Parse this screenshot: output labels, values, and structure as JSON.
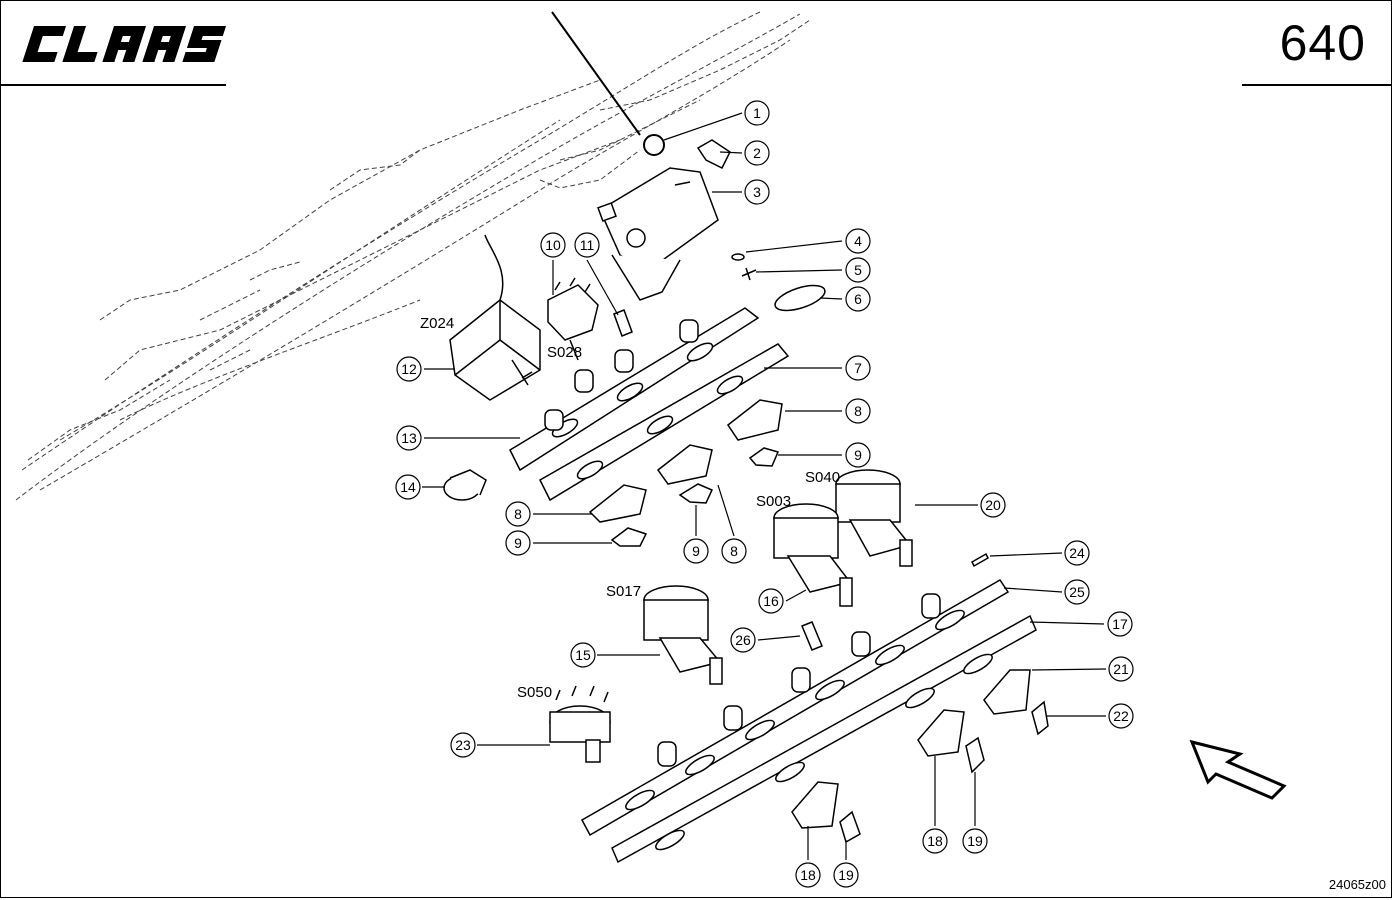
{
  "header": {
    "brand": "CLAAS",
    "page_number": "640"
  },
  "footer": {
    "drawing_code": "24065z00"
  },
  "callouts": [
    {
      "id": "c1",
      "label": "1"
    },
    {
      "id": "c2",
      "label": "2"
    },
    {
      "id": "c3",
      "label": "3"
    },
    {
      "id": "c4",
      "label": "4"
    },
    {
      "id": "c5",
      "label": "5"
    },
    {
      "id": "c6",
      "label": "6"
    },
    {
      "id": "c7",
      "label": "7"
    },
    {
      "id": "c8a",
      "label": "8"
    },
    {
      "id": "c9a",
      "label": "9"
    },
    {
      "id": "c20",
      "label": "20"
    },
    {
      "id": "c24",
      "label": "24"
    },
    {
      "id": "c25",
      "label": "25"
    },
    {
      "id": "c17",
      "label": "17"
    },
    {
      "id": "c21",
      "label": "21"
    },
    {
      "id": "c22",
      "label": "22"
    },
    {
      "id": "c10",
      "label": "10"
    },
    {
      "id": "c11",
      "label": "11"
    },
    {
      "id": "c12",
      "label": "12"
    },
    {
      "id": "c13",
      "label": "13"
    },
    {
      "id": "c14",
      "label": "14"
    },
    {
      "id": "c8b",
      "label": "8"
    },
    {
      "id": "c9b",
      "label": "9"
    },
    {
      "id": "c9c",
      "label": "9"
    },
    {
      "id": "c8c",
      "label": "8"
    },
    {
      "id": "c16",
      "label": "16"
    },
    {
      "id": "c15",
      "label": "15"
    },
    {
      "id": "c26",
      "label": "26"
    },
    {
      "id": "c23",
      "label": "23"
    },
    {
      "id": "c18a",
      "label": "18"
    },
    {
      "id": "c19a",
      "label": "19"
    },
    {
      "id": "c18b",
      "label": "18"
    },
    {
      "id": "c19b",
      "label": "19"
    }
  ],
  "component_refs": {
    "z024": "Z024",
    "s028": "S028",
    "s040": "S040",
    "s003": "S003",
    "s017": "S017",
    "s050": "S050"
  },
  "icons": {
    "logo": "claas-logo-icon",
    "direction": "direction-arrow-icon"
  },
  "colors": {
    "ink": "#000000",
    "paper": "#ffffff"
  }
}
